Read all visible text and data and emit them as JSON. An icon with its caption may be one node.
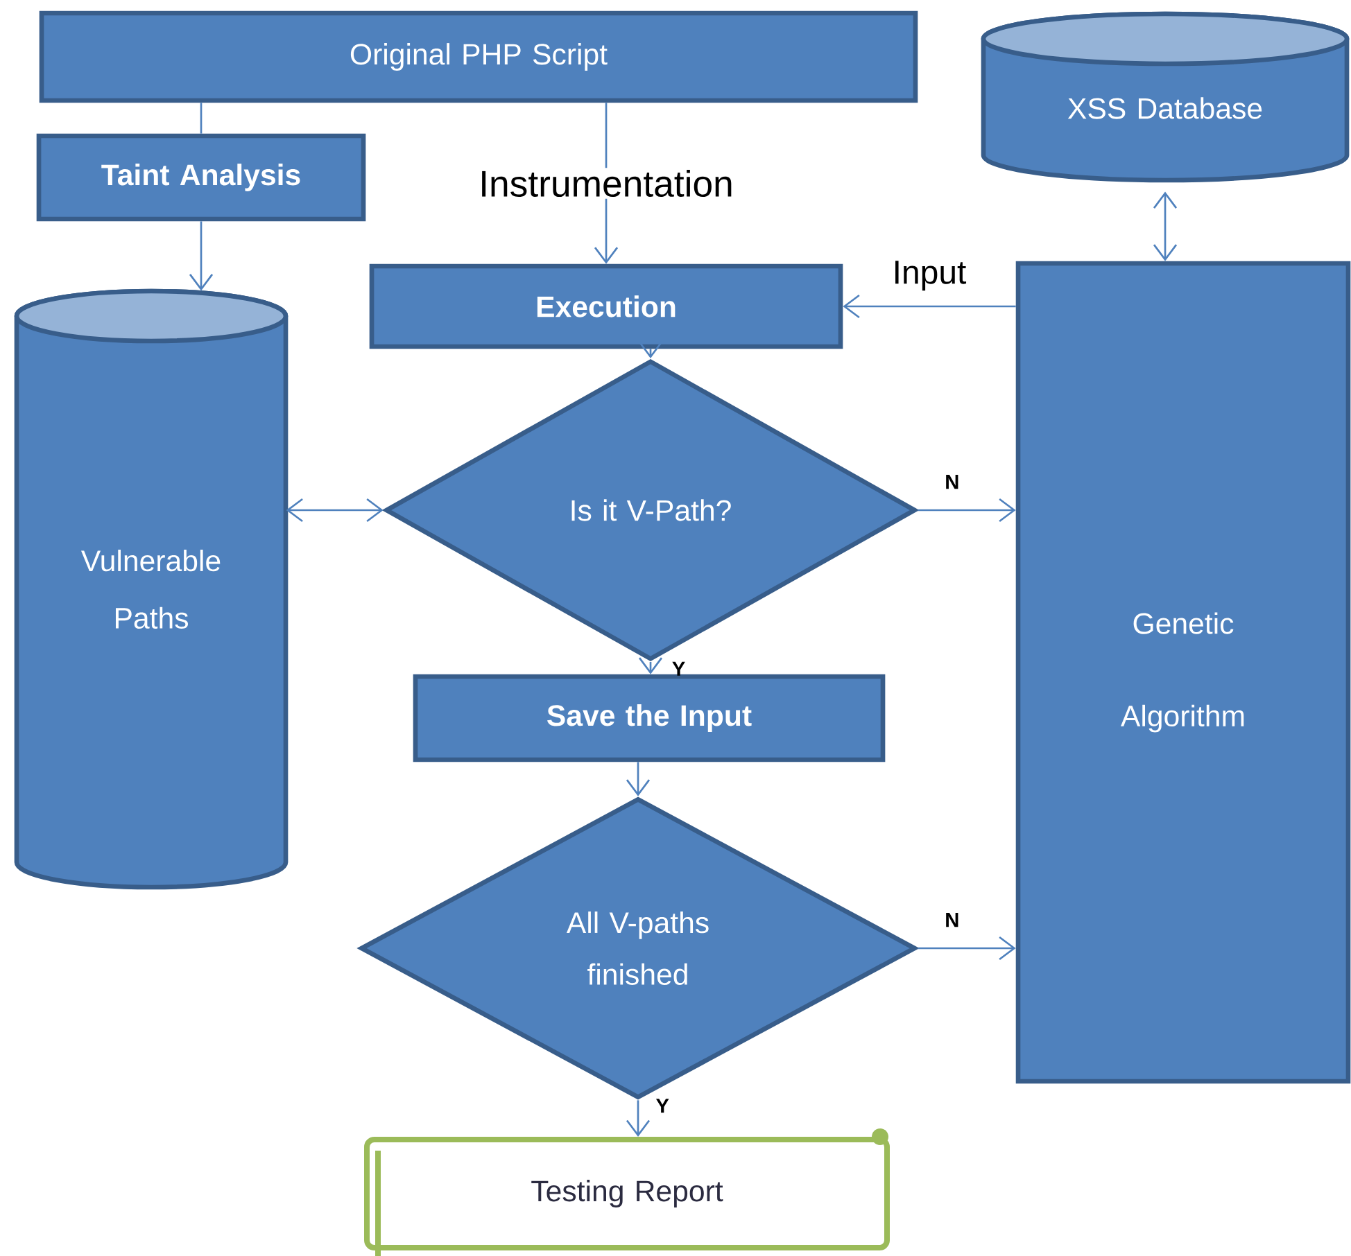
{
  "diagram": {
    "nodes": [
      {
        "text": [
          "Original PHP Script"
        ]
      },
      {
        "text": [
          "Taint Analysis"
        ]
      },
      {
        "text": [
          "XSS Database"
        ]
      },
      {
        "text": [
          "Execution"
        ]
      },
      {
        "text": [
          "Vulnerable Paths"
        ]
      },
      {
        "text": [
          "Is it V-Path?"
        ]
      },
      {
        "text": [
          "Genetic Algorithm"
        ]
      },
      {
        "text": [
          "Save the Input"
        ]
      },
      {
        "text": [
          "All V-paths finished"
        ]
      },
      {
        "text": [
          "Testing Report"
        ]
      }
    ],
    "edges": [
      {
        "from": 0,
        "to": 1,
        "arrow": "none"
      },
      {
        "from": 1,
        "to": 4,
        "arrow": "to"
      },
      {
        "from": 0,
        "to": 3,
        "arrow": "to",
        "label": "Instrumentation"
      },
      {
        "from": 6,
        "to": 3,
        "arrow": "to",
        "label": "Input"
      },
      {
        "from": 2,
        "to": 6,
        "arrow": "both"
      },
      {
        "from": 3,
        "to": 5,
        "arrow": "to"
      },
      {
        "from": 5,
        "to": 4,
        "arrow": "both"
      },
      {
        "from": 5,
        "to": 6,
        "arrow": "to",
        "label": "N"
      },
      {
        "from": 5,
        "to": 7,
        "arrow": "to",
        "label": "Y"
      },
      {
        "from": 7,
        "to": 8,
        "arrow": "to"
      },
      {
        "from": 8,
        "to": 6,
        "arrow": "to",
        "label": "N"
      },
      {
        "from": 8,
        "to": 9,
        "arrow": "to",
        "label": "Y"
      }
    ]
  }
}
